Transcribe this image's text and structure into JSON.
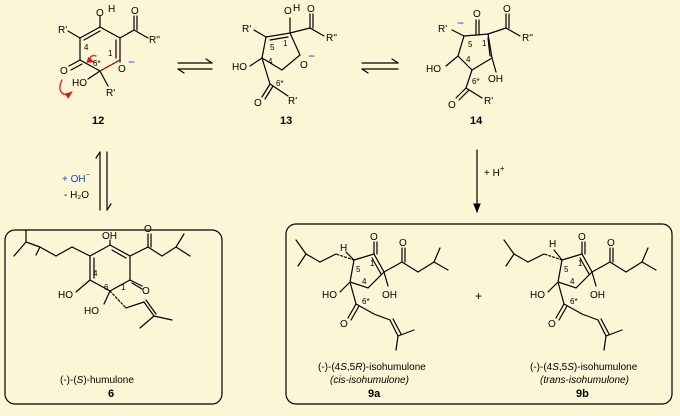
{
  "background": "#fcf5d6",
  "colors": {
    "ink": "#000000",
    "minus": "#1a3fd6",
    "reagent": "#1a3fd6",
    "arrow_red": "#d21e1e"
  },
  "compounds": {
    "c12": {
      "label": "12",
      "atoms": {
        "oh_h": "H",
        "r_prime": "R'",
        "r_dprime": "R''",
        "r_prime_low": "R'",
        "ho": "HO",
        "o_ring": "O",
        "o_minus": "O",
        "charge": "−",
        "n4": "4",
        "n1": "1",
        "n6": "6*"
      }
    },
    "c13": {
      "label": "13",
      "atoms": {
        "oh_h": "H",
        "oh_o": "O",
        "r_prime": "R'",
        "r_dprime": "R''",
        "ho": "HO",
        "o_ring": "O",
        "o_minus": "O",
        "r_prime_low": "R'",
        "charge": "−",
        "n5": "5",
        "n1": "1",
        "n4": "4",
        "n6": "6*"
      }
    },
    "c14": {
      "label": "14",
      "atoms": {
        "o_top": "O",
        "r_prime": "R'",
        "r_dprime": "R''",
        "ho": "HO",
        "oh": "OH",
        "o_ketone": "O",
        "r_prime_low": "R'",
        "charge": "−",
        "n5": "5",
        "n1": "1",
        "n4": "4",
        "n6": "6*"
      }
    },
    "c6": {
      "oh_top": "OH",
      "ho_left": "HO",
      "ho_low": "HO",
      "o_ring": "O",
      "n4": "4",
      "n6": "6",
      "n1": "1",
      "name_prefix": "(-)-(",
      "name_italic": "S",
      "name_suffix": ")-humulone",
      "label": "6"
    },
    "c9a": {
      "h": "H",
      "o_top": "O",
      "ho": "HO",
      "oh": "OH",
      "o_low": "O",
      "n5": "5",
      "n1": "1",
      "n4": "4",
      "n6": "6*",
      "name_line1_a": "(-)-(4",
      "name_line1_b": "S",
      "name_line1_c": ",5",
      "name_line1_d": "R",
      "name_line1_e": ")-isohumulone",
      "name_line2": "(cis-isohumulone)",
      "label": "9a"
    },
    "c9b": {
      "h": "H",
      "o_top": "O",
      "ho": "HO",
      "oh": "OH",
      "o_low": "O",
      "n5": "5",
      "n1": "1",
      "n4": "4",
      "n6": "6*",
      "name_line1_a": "(-)-(4",
      "name_line1_b": "S",
      "name_line1_c": ",5",
      "name_line1_d": "S",
      "name_line1_e": ")-isohumulone",
      "name_line2": "(trans-isohumulone)",
      "label": "9b"
    }
  },
  "reagents": {
    "left_top": "+ OH",
    "left_top_sup": "−",
    "left_bottom": "- H₂O",
    "right": "+ H",
    "right_sup": "+"
  },
  "plus": "+"
}
